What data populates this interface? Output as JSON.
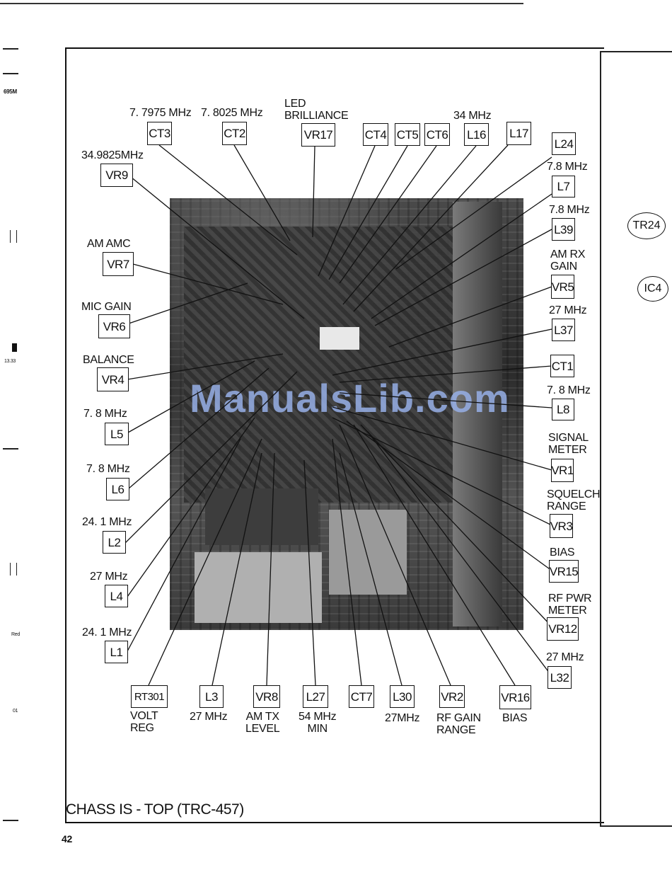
{
  "page_number": "42",
  "caption": "CHASS IS - TOP (TRC-457)",
  "watermark": "ManualsLib.com",
  "margin_marks": [
    "695M",
    "13.33",
    "Red",
    "01"
  ],
  "side_callouts": [
    "TR24",
    "IC4"
  ],
  "callouts": {
    "ct3": {
      "box": "CT3",
      "label": "7. 7975 MHz"
    },
    "ct2": {
      "box": "CT2",
      "label": "7. 8025 MHz"
    },
    "vr17": {
      "box": "VR17",
      "label": "LED\nBRILLIANCE"
    },
    "ct4": {
      "box": "CT4",
      "label": ""
    },
    "ct5": {
      "box": "CT5",
      "label": ""
    },
    "ct6": {
      "box": "CT6",
      "label": ""
    },
    "l16": {
      "box": "L16",
      "label": "34 MHz"
    },
    "l17": {
      "box": "L17",
      "label": ""
    },
    "l24": {
      "box": "L24",
      "label": ""
    },
    "vr9": {
      "box": "VR9",
      "label": "34.9825MHz"
    },
    "l7": {
      "box": "L7",
      "label": "7.8 MHz"
    },
    "l39": {
      "box": "L39",
      "label": "7.8 MHz"
    },
    "vr7": {
      "box": "VR7",
      "label": "AM AMC"
    },
    "vr5": {
      "box": "VR5",
      "label": "AM RX\nGAIN"
    },
    "vr6": {
      "box": "VR6",
      "label": "MIC GAIN"
    },
    "l37": {
      "box": "L37",
      "label": "27 MHz"
    },
    "vr4": {
      "box": "VR4",
      "label": "BALANCE"
    },
    "ct1": {
      "box": "CT1",
      "label": ""
    },
    "l5": {
      "box": "L5",
      "label": "7. 8 MHz"
    },
    "l8": {
      "box": "L8",
      "label": "7. 8 MHz"
    },
    "vr1": {
      "box": "VR1",
      "label": "SIGNAL\nMETER"
    },
    "l6": {
      "box": "L6",
      "label": "7. 8 MHz"
    },
    "vr3": {
      "box": "VR3",
      "label": "SQUELCH\nRANGE"
    },
    "l2": {
      "box": "L2",
      "label": "24. 1 MHz"
    },
    "vr15": {
      "box": "VR15",
      "label": "BIAS"
    },
    "l4": {
      "box": "L4",
      "label": "27 MHz"
    },
    "vr12": {
      "box": "VR12",
      "label": "RF PWR\nMETER"
    },
    "l1": {
      "box": "L1",
      "label": "24. 1 MHz"
    },
    "l32": {
      "box": "L32",
      "label": "27 MHz"
    },
    "rt301": {
      "box": "RT301",
      "label": "VOLT\nREG"
    },
    "l3": {
      "box": "L3",
      "label": "27 MHz"
    },
    "vr8": {
      "box": "VR8",
      "label": "AM TX\nLEVEL"
    },
    "l27": {
      "box": "L27",
      "label": "54 MHz\nMIN"
    },
    "ct7": {
      "box": "CT7",
      "label": ""
    },
    "l30": {
      "box": "L30",
      "label": "27MHz"
    },
    "vr2": {
      "box": "VR2",
      "label": "RF GAIN\nRANGE"
    },
    "vr16": {
      "box": "VR16",
      "label": "BIAS"
    }
  }
}
